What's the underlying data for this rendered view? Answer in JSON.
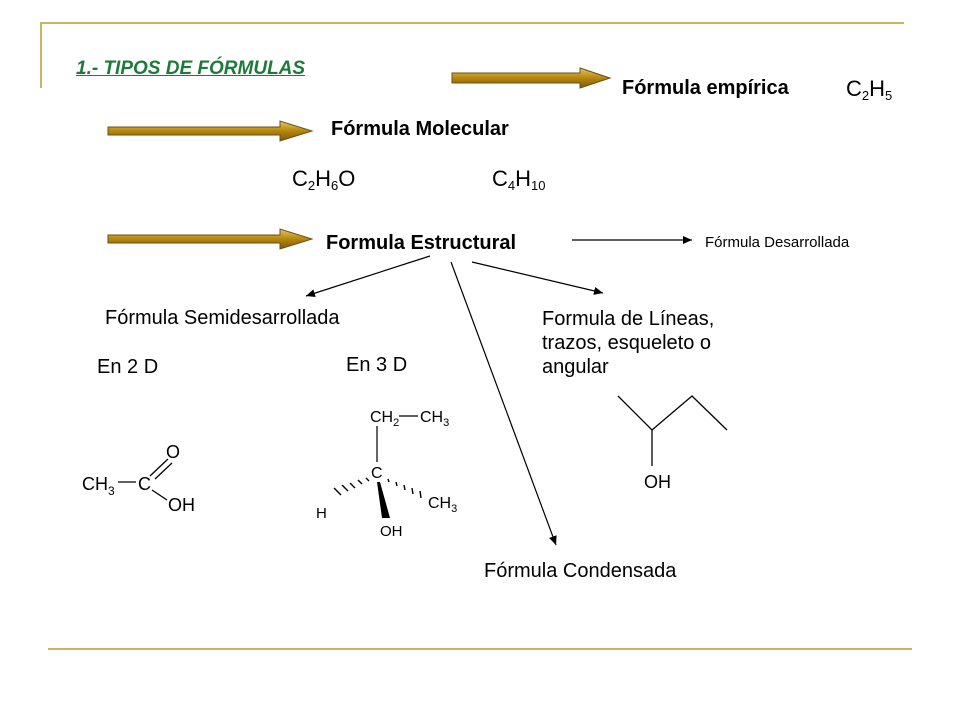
{
  "slide": {
    "title": "1.- TIPOS DE FÓRMULAS",
    "empirical": {
      "label": "Fórmula empírica",
      "formula": {
        "e1": "C",
        "n1": "2",
        "e2": "H",
        "n2": "5"
      }
    },
    "molecular": {
      "label": "Fórmula Molecular",
      "examples": [
        {
          "e1": "C",
          "n1": "2",
          "e2": "H",
          "n2": "6",
          "e3": "O"
        },
        {
          "e1": "C",
          "n1": "4",
          "e2": "H",
          "n2": "10"
        }
      ]
    },
    "structural": {
      "label": "Formula Estructural"
    },
    "developed": {
      "label": "Fórmula Desarrollada"
    },
    "semi": {
      "label": "Fórmula Semidesarrollada",
      "in2d": "En 2 D",
      "in3d": "En 3 D"
    },
    "lines": {
      "label_lines": [
        "Formula de Líneas,",
        "trazos, esqueleto o",
        "angular"
      ]
    },
    "condensed": {
      "label": "Fórmula Condensada"
    },
    "molecules": {
      "acid": {
        "ch3": "CH",
        "ch3_sub": "3",
        "c": "C",
        "o": "O",
        "oh": "OH"
      },
      "chiral": {
        "ch2": "CH",
        "ch2_sub": "2",
        "ch3a": "CH",
        "ch3a_sub": "3",
        "c": "C",
        "h": "H",
        "ch3b": "CH",
        "ch3b_sub": "3",
        "oh": "OH"
      },
      "skeletal": {
        "oh": "OH"
      }
    }
  },
  "colors": {
    "accent_rule": "#c8b560",
    "arrow_fill": "#b8860b",
    "title_color": "#1e7a3a"
  }
}
